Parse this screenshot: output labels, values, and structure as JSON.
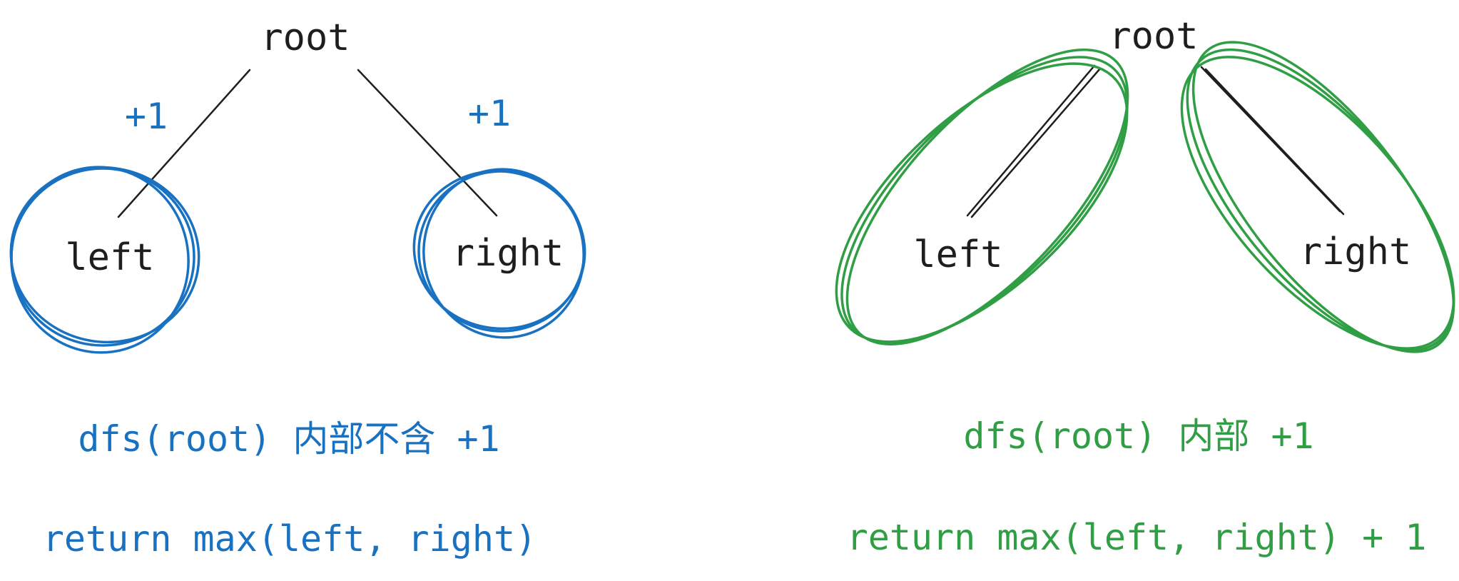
{
  "left_panel": {
    "root_label": "root",
    "left_label": "left",
    "right_label": "right",
    "edge_left_annotation": "+1",
    "edge_right_annotation": "+1",
    "caption_1": "dfs(root) 内部不含 +1",
    "caption_2": "return max(left, right)",
    "accent_color": "#1971c2"
  },
  "right_panel": {
    "root_label": "root",
    "left_label": "left",
    "right_label": "right",
    "caption_1": "dfs(root) 内部 +1",
    "caption_2": "return max(left, right) + 1",
    "accent_color": "#2f9e44"
  },
  "line_color": "#1e1e1e"
}
